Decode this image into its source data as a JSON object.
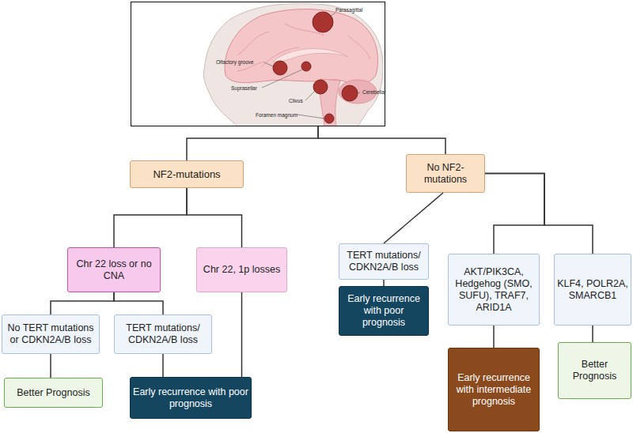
{
  "diagram": {
    "nodes": [
      {
        "text": [
          "Parasagittal",
          "Olfactory groove",
          "Suprasellar",
          "Clivus",
          "Foramen magnum",
          "Cerebellar"
        ]
      },
      {
        "text": [
          "NF2-mutations"
        ]
      },
      {
        "text": [
          "No NF2- mutations"
        ]
      },
      {
        "text": [
          "Chr 22 loss or no CNA"
        ]
      },
      {
        "text": [
          "Chr 22, 1p losses"
        ]
      },
      {
        "text": [
          "TERT mutations/ CDKN2A/B loss"
        ]
      },
      {
        "text": [
          "Early recurrence with poor prognosis"
        ]
      },
      {
        "text": [
          "No TERT mutations or CDKN2A/B loss"
        ]
      },
      {
        "text": [
          "TERT mutations/ CDKN2A/B loss"
        ]
      },
      {
        "text": [
          "AKT/PIK3CA, Hedgehog (SMO, SUFU), TRAF7, ARID1A"
        ]
      },
      {
        "text": [
          "KLF4, POLR2A, SMARCB1"
        ]
      },
      {
        "text": [
          "Better Prognosis"
        ]
      },
      {
        "text": [
          "Early recurrence with poor prognosis"
        ]
      },
      {
        "text": [
          "Early recurrence with intermediate prognosis"
        ]
      },
      {
        "text": [
          "Better Prognosis"
        ]
      }
    ],
    "edges": [
      {
        "from": 0,
        "to": 1,
        "arrow": "none"
      },
      {
        "from": 0,
        "to": 2,
        "arrow": "none"
      },
      {
        "from": 1,
        "to": 3,
        "arrow": "none"
      },
      {
        "from": 1,
        "to": 4,
        "arrow": "none"
      },
      {
        "from": 2,
        "to": 5,
        "arrow": "none"
      },
      {
        "from": 2,
        "to": 9,
        "arrow": "none"
      },
      {
        "from": 2,
        "to": 10,
        "arrow": "none"
      },
      {
        "from": 5,
        "to": 6,
        "arrow": "none"
      },
      {
        "from": 3,
        "to": 7,
        "arrow": "none"
      },
      {
        "from": 3,
        "to": 8,
        "arrow": "none"
      },
      {
        "from": 4,
        "to": 12,
        "arrow": "none"
      },
      {
        "from": 8,
        "to": 12,
        "arrow": "none"
      },
      {
        "from": 7,
        "to": 11,
        "arrow": "none"
      },
      {
        "from": 9,
        "to": 13,
        "arrow": "none"
      },
      {
        "from": 10,
        "to": 14,
        "arrow": "none"
      }
    ]
  }
}
